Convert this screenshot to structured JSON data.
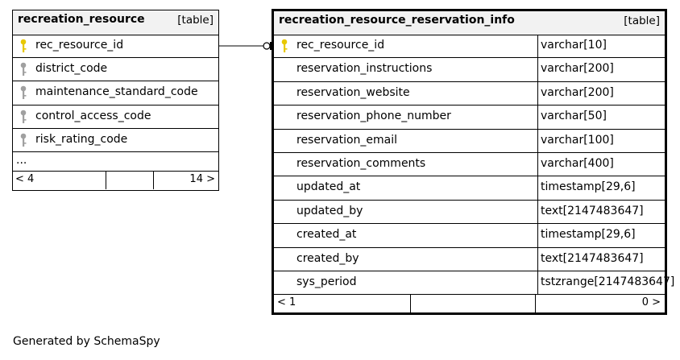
{
  "left_table": {
    "name": "recreation_resource",
    "kind": "[table]",
    "columns": [
      {
        "name": "rec_resource_id",
        "key": "primary"
      },
      {
        "name": "district_code",
        "key": "foreign"
      },
      {
        "name": "maintenance_standard_code",
        "key": "foreign"
      },
      {
        "name": "control_access_code",
        "key": "foreign"
      },
      {
        "name": "risk_rating_code",
        "key": "foreign"
      }
    ],
    "more": "...",
    "footer_left": "< 4",
    "footer_right": "14 >"
  },
  "right_table": {
    "name": "recreation_resource_reservation_info",
    "kind": "[table]",
    "columns": [
      {
        "name": "rec_resource_id",
        "type": "varchar[10]",
        "key": "primary"
      },
      {
        "name": "reservation_instructions",
        "type": "varchar[200]"
      },
      {
        "name": "reservation_website",
        "type": "varchar[200]"
      },
      {
        "name": "reservation_phone_number",
        "type": "varchar[50]"
      },
      {
        "name": "reservation_email",
        "type": "varchar[100]"
      },
      {
        "name": "reservation_comments",
        "type": "varchar[400]"
      },
      {
        "name": "updated_at",
        "type": "timestamp[29,6]"
      },
      {
        "name": "updated_by",
        "type": "text[2147483647]"
      },
      {
        "name": "created_at",
        "type": "timestamp[29,6]"
      },
      {
        "name": "created_by",
        "type": "text[2147483647]"
      },
      {
        "name": "sys_period",
        "type": "tstzrange[2147483647]"
      }
    ],
    "footer_left": "< 1",
    "footer_right": "0 >"
  },
  "caption": "Generated by SchemaSpy",
  "colors": {
    "primary_key": "#e8c800",
    "foreign_key": "#a0a0a0",
    "header_bg": "#f2f2f2"
  }
}
